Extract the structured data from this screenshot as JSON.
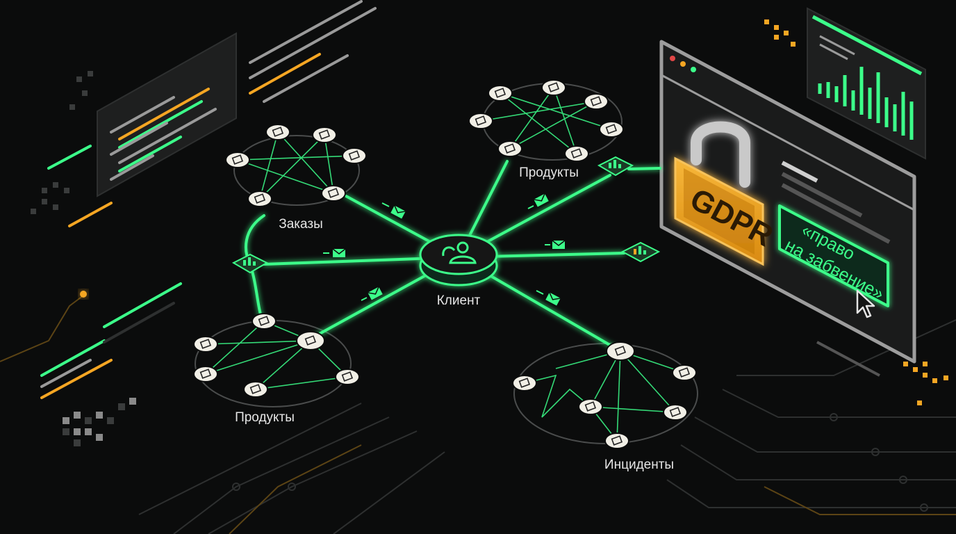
{
  "diagram": {
    "center_label": "Клиент",
    "clusters": [
      {
        "id": "orders",
        "label": "Заказы"
      },
      {
        "id": "products1",
        "label": "Продукты"
      },
      {
        "id": "products2",
        "label": "Продукты"
      },
      {
        "id": "incidents",
        "label": "Инциденты"
      }
    ]
  },
  "privacy_panel": {
    "lock_text": "GDPR",
    "button_line1": "«право",
    "button_line2": "на забвение»"
  },
  "colors": {
    "background": "#0b0c0c",
    "accent_green": "#3cff8a",
    "accent_orange": "#f5a623",
    "node_fill": "#f1efe6"
  },
  "icons": [
    "user-icon",
    "padlock-icon",
    "envelope-icon",
    "chart-icon",
    "cursor-icon",
    "document-icon"
  ]
}
